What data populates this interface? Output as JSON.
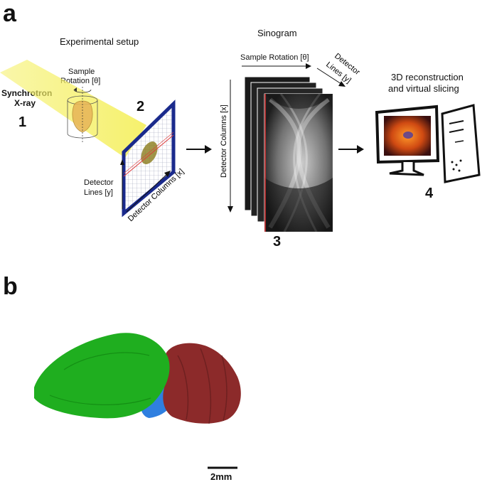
{
  "panel_a": {
    "letter": "a",
    "experimental_setup": "Experimental setup",
    "sample_rotation_line1": "Sample",
    "sample_rotation_line2": "Rotation [θ]",
    "synchrotron_line1": "Synchrotron",
    "synchrotron_line2": "X-ray",
    "step1": "1",
    "step2": "2",
    "detector_lines_line1": "Detector",
    "detector_lines_line2": "Lines [y]",
    "detector_columns": "Detector Columns [x]",
    "sinogram_title": "Sinogram",
    "sino_sample_rotation": "Sample Rotation [θ]",
    "sino_detector_lines_line1": "Detector",
    "sino_detector_lines_line2": "Lines [y]",
    "sino_detector_columns": "Detector Columns [x]",
    "step3": "3",
    "reconstruction_line1": "3D reconstruction",
    "reconstruction_line2": "and virtual slicing",
    "step4": "4"
  },
  "panel_b": {
    "letter": "b",
    "scale_bar_label": "2mm"
  },
  "colors": {
    "beam": "#f5f064",
    "detector_frame": "#1a2a8c",
    "green_region": "#1fae1f",
    "blue_region": "#2f7fe0",
    "red_region": "#8c2a2a"
  }
}
